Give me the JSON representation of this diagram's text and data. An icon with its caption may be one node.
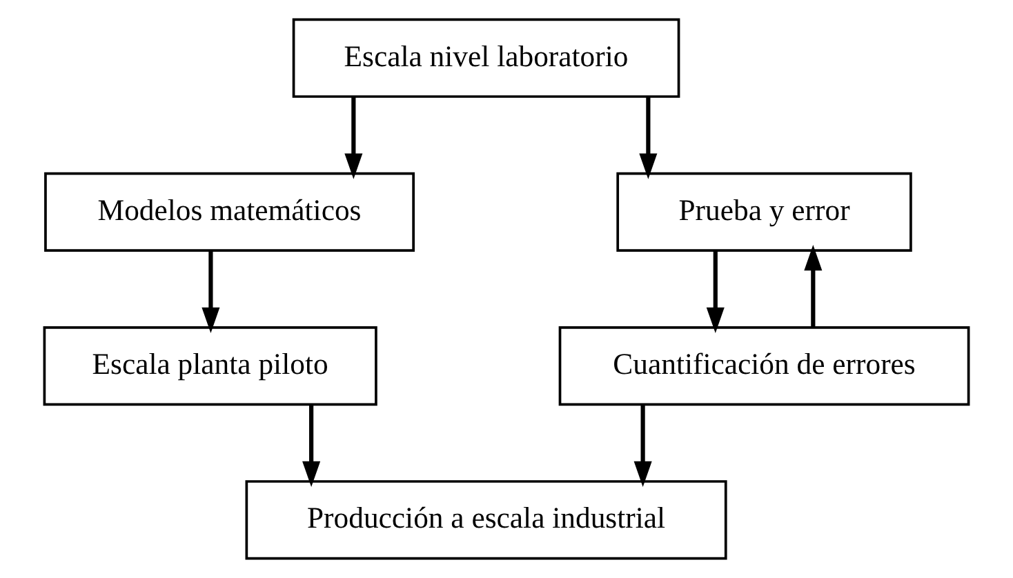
{
  "diagram": {
    "nodes": [
      {
        "text": [
          "Escala nivel laboratorio"
        ]
      },
      {
        "text": [
          "Modelos matemáticos"
        ]
      },
      {
        "text": [
          "Prueba y error"
        ]
      },
      {
        "text": [
          "Escala planta piloto"
        ]
      },
      {
        "text": [
          "Cuantificación de errores"
        ]
      },
      {
        "text": [
          "Producción a escala industrial"
        ]
      }
    ],
    "edges": [
      {
        "from": 0,
        "to": 1,
        "arrow": "to"
      },
      {
        "from": 0,
        "to": 2,
        "arrow": "to"
      },
      {
        "from": 1,
        "to": 3,
        "arrow": "to"
      },
      {
        "from": 2,
        "to": 4,
        "arrow": "to"
      },
      {
        "from": 4,
        "to": 2,
        "arrow": "to"
      },
      {
        "from": 4,
        "to": 5,
        "arrow": "to"
      },
      {
        "from": 3,
        "to": 5,
        "arrow": "to"
      }
    ]
  }
}
